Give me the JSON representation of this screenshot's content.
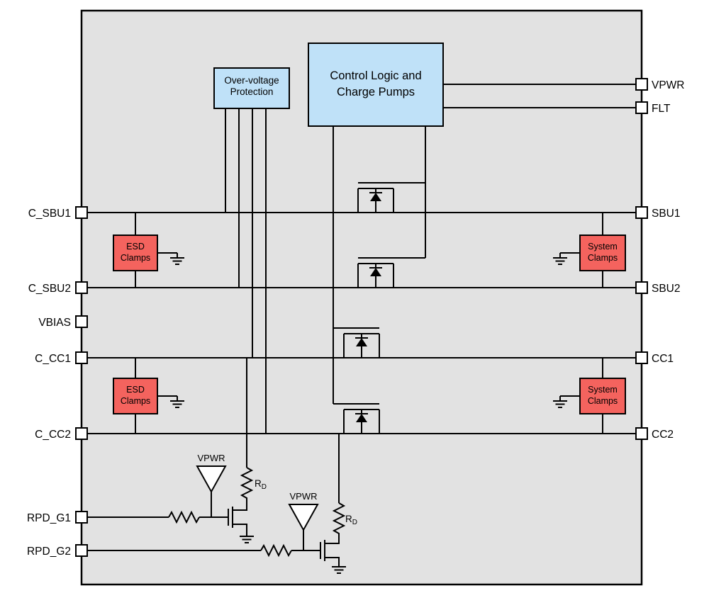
{
  "colors": {
    "chip_fill": "#e2e2e2",
    "block_blue": "#bfe1f8",
    "block_red": "#f4635e",
    "pin_fill": "#ffffff",
    "wire": "#000000"
  },
  "blocks": {
    "control": {
      "line1": "Control Logic and",
      "line2": "Charge Pumps"
    },
    "ovp": {
      "line1": "Over-voltage",
      "line2": "Protection"
    },
    "esd_clamps": {
      "line1": "ESD",
      "line2": "Clamps"
    },
    "system_clamps": {
      "line1": "System",
      "line2": "Clamps"
    }
  },
  "pins": {
    "left": {
      "c_sbu1": "C_SBU1",
      "c_sbu2": "C_SBU2",
      "vbias": "VBIAS",
      "c_cc1": "C_CC1",
      "c_cc2": "C_CC2",
      "rpd_g1": "RPD_G1",
      "rpd_g2": "RPD_G2"
    },
    "right": {
      "vpwr": "VPWR",
      "flt": "FLT",
      "sbu1": "SBU1",
      "sbu2": "SBU2",
      "cc1": "CC1",
      "cc2": "CC2"
    }
  },
  "labels": {
    "vpwr_supply": "VPWR",
    "rd_base": "R",
    "rd_sub": "D"
  }
}
